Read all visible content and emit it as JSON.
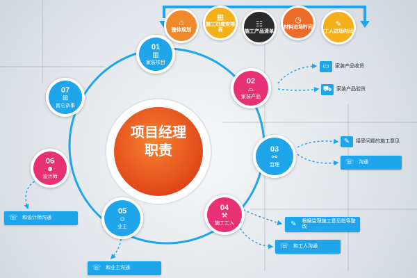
{
  "center": {
    "line1": "项目经理",
    "line2": "职责"
  },
  "top_steps": [
    {
      "caption": "整体规划",
      "icon_name": "house-plan-icon",
      "glyph": "⌂",
      "color": "#ef8a2c"
    },
    {
      "caption": "施工进度安排表",
      "icon_name": "calendar-icon",
      "glyph": "▦",
      "color": "#f3b01b"
    },
    {
      "caption": "施工产品清单",
      "icon_name": "checklist-icon",
      "glyph": "☷",
      "color": "#2b2b2b"
    },
    {
      "caption": "材料进场时间",
      "icon_name": "clock-icon",
      "glyph": "◷",
      "color": "#ec6d2a"
    },
    {
      "caption": "工人进场时间",
      "icon_name": "worker-icon",
      "glyph": "✎",
      "color": "#f3b01b"
    }
  ],
  "nodes": [
    {
      "number": "01",
      "label": "家装项目",
      "icon_name": "building-icon",
      "glyph": "▥",
      "color": "#1ea5ea"
    },
    {
      "number": "02",
      "label": "家装产品",
      "icon_name": "sofa-icon",
      "glyph": "⌓",
      "color": "#e83174"
    },
    {
      "number": "03",
      "label": "监理",
      "icon_name": "handshake-icon",
      "glyph": "⚯",
      "color": "#1ea5ea"
    },
    {
      "number": "04",
      "label": "施工工人",
      "icon_name": "worker-icon",
      "glyph": "⚒",
      "color": "#e83174"
    },
    {
      "number": "05",
      "label": "业主",
      "icon_name": "users-icon",
      "glyph": "☺",
      "color": "#1ea5ea"
    },
    {
      "number": "06",
      "label": "设计师",
      "icon_name": "designer-icon",
      "glyph": "☻",
      "color": "#e83174"
    },
    {
      "number": "07",
      "label": "其它杂事",
      "icon_name": "briefcase-icon",
      "glyph": "⊞",
      "color": "#1ea5ea"
    }
  ],
  "outcomes": [
    {
      "text": "家装产品收货",
      "icon_name": "truck-icon",
      "glyph": "▭",
      "style": "plain"
    },
    {
      "text": "家装产品验货",
      "icon_name": "forklift-icon",
      "glyph": "⛟",
      "style": "plain"
    },
    {
      "text": "接受问题的施工意见",
      "icon_name": "edit-icon",
      "glyph": "✎",
      "style": "plain"
    },
    {
      "text": "沟通",
      "icon_name": "phone-icon",
      "glyph": "☏",
      "style": "filled"
    },
    {
      "text": "根据监理施工意见指导整改",
      "icon_name": "edit-icon",
      "glyph": "✎",
      "style": "filled"
    },
    {
      "text": "和工人沟通",
      "icon_name": "phone-icon",
      "glyph": "☏",
      "style": "filled"
    },
    {
      "text": "和业主沟通",
      "icon_name": "phone-icon",
      "glyph": "☏",
      "style": "filled"
    },
    {
      "text": "和设计师沟通",
      "icon_name": "phone-icon",
      "glyph": "☏",
      "style": "filled"
    }
  ],
  "colors": {
    "ring": "#1ea5ea",
    "accent_pink": "#e83174",
    "center_orange": "#ef5a1f",
    "bracket": "#1ea5ea"
  }
}
